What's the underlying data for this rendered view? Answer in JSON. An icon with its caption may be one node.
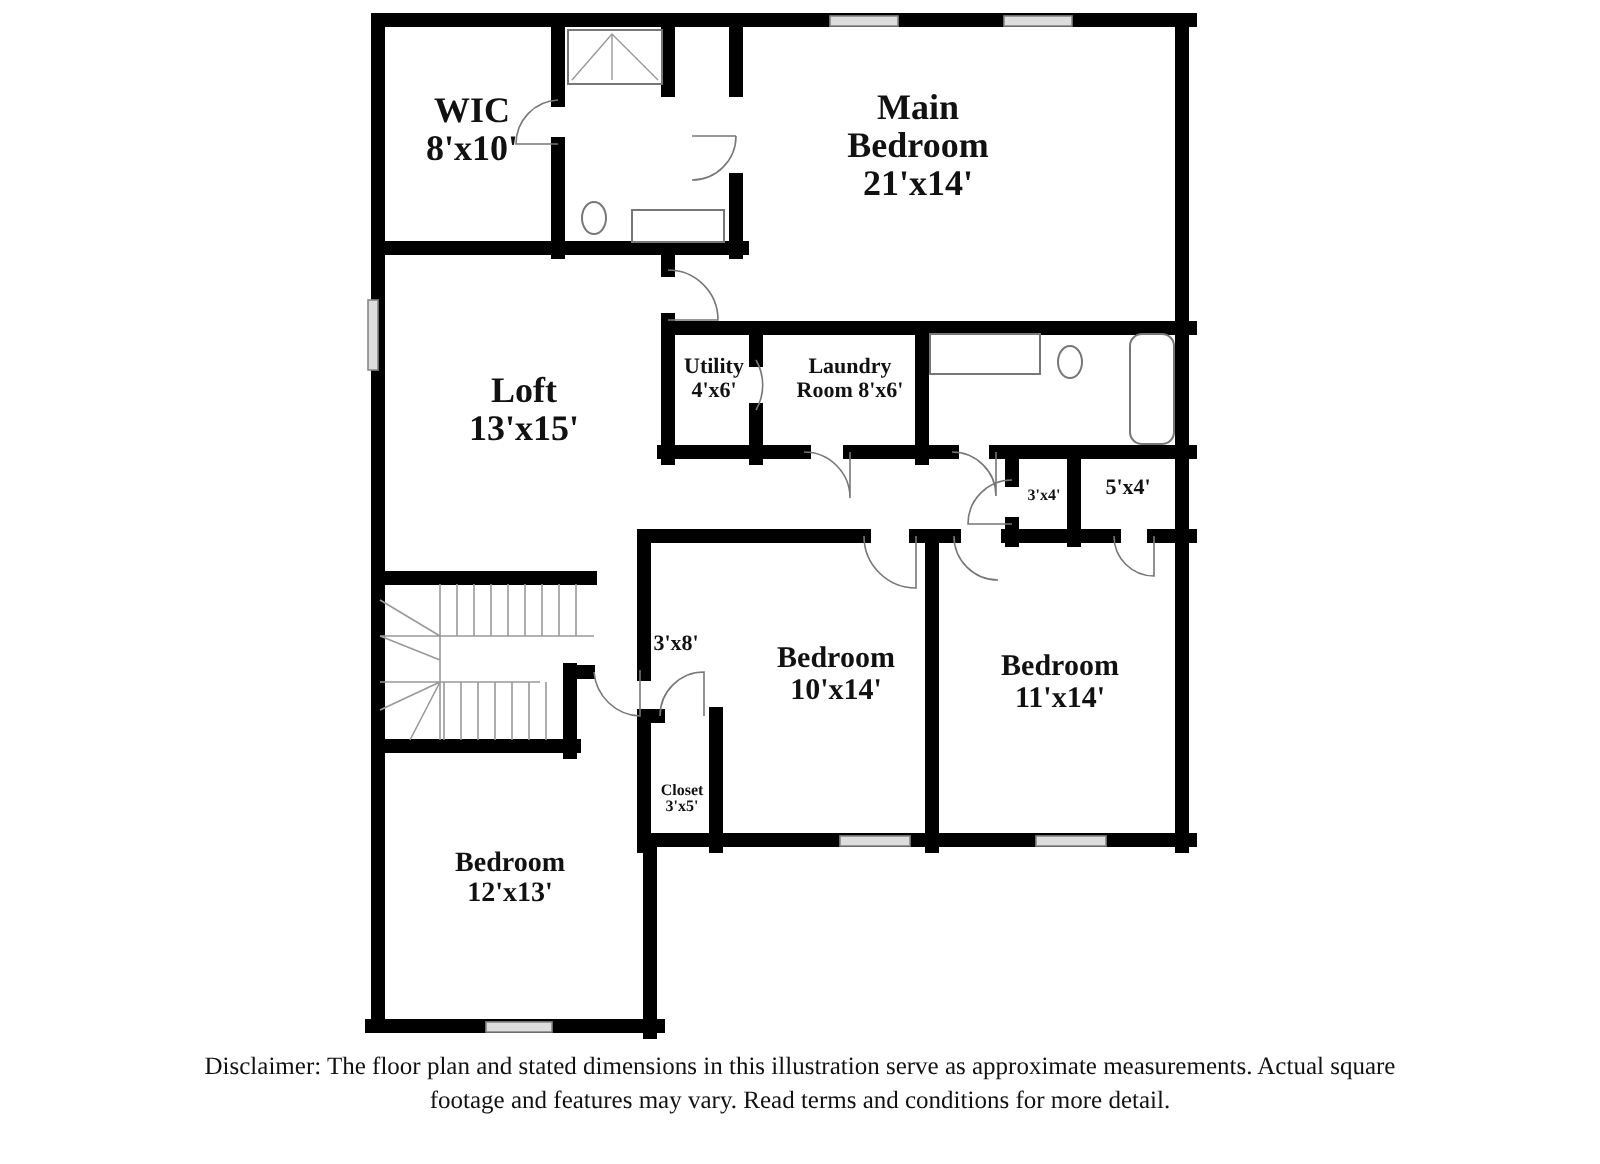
{
  "diagram": {
    "caption": "Disclaimer: The floor plan and stated dimensions in this illustration serve as approximate measurements. Actual square footage and features may vary. Read terms and conditions for more detail.",
    "labels": [
      "WIC 8'x10'",
      "Main Bedroom 21'x14'",
      "Loft 13'x15'",
      "Utility 4'x6'",
      "Laundry Room 8'x6'",
      "3'x4'",
      "5'x4'",
      "3'x8'",
      "Bedroom 10'x14'",
      "Bedroom 11'x14'",
      "Closet 3'x5'",
      "Bedroom 12'x13'"
    ]
  }
}
